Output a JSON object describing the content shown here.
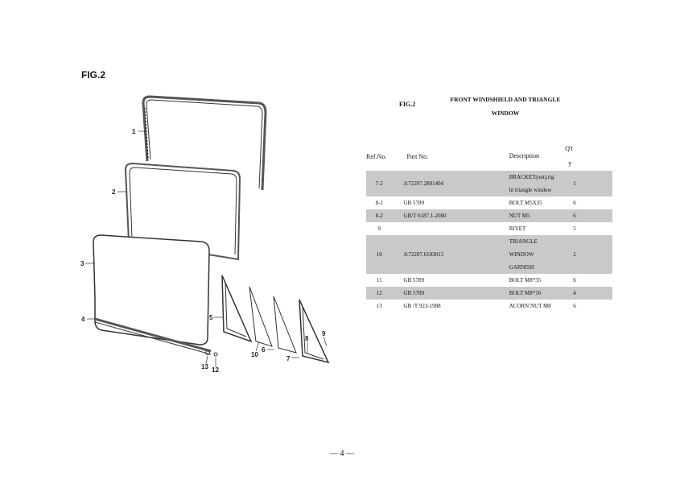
{
  "figure_title": "FIG.2",
  "table_fig_label": "FIG.2",
  "table_title": "FRONT WINDSHIELD AND TRIANGLE WINDOW",
  "headers": {
    "ref": "Ref.No.",
    "part": "Part No.",
    "desc": "Description",
    "qty_line1": "Q't",
    "qty_line2": "y"
  },
  "rows": [
    {
      "ref": "7-2",
      "part": "Jc72207.2801404",
      "desc": [
        "BRACKET(out),rig",
        "ht triangle window"
      ],
      "qty": "1",
      "shaded": true
    },
    {
      "ref": "8-1",
      "part": "GB 5789",
      "desc": [
        "BOLT M5X35"
      ],
      "qty": "6",
      "shaded": false
    },
    {
      "ref": "8-2",
      "part": "GB/T 6187.1-2000",
      "desc": [
        "NUT M5"
      ],
      "qty": "6",
      "shaded": true
    },
    {
      "ref": "9",
      "part": "",
      "desc": [
        "RIVET"
      ],
      "qty": "5",
      "shaded": false
    },
    {
      "ref": "10",
      "part": "Jc72207.6103015",
      "desc": [
        "TRIANGLE",
        "WINDOW",
        "GARNISH"
      ],
      "qty": "2",
      "shaded": true
    },
    {
      "ref": "11",
      "part": "GB 5789",
      "desc": [
        "BOLT M8*35"
      ],
      "qty": "6",
      "shaded": false
    },
    {
      "ref": "12",
      "part": "GB 5789",
      "desc": [
        "BOLT M8*16"
      ],
      "qty": "4",
      "shaded": true
    },
    {
      "ref": "13",
      "part": "GB /T 923-1988",
      "desc": [
        "ACORN NUT M8"
      ],
      "qty": "6",
      "shaded": false
    }
  ],
  "callouts": {
    "c1": "1",
    "c2": "2",
    "c3": "3",
    "c4": "4",
    "c5": "5",
    "c6": "6",
    "c7": "7",
    "c8": "8",
    "c9": "9",
    "c10": "10",
    "c12": "12",
    "c13": "13"
  },
  "page_number": "— 4 —"
}
